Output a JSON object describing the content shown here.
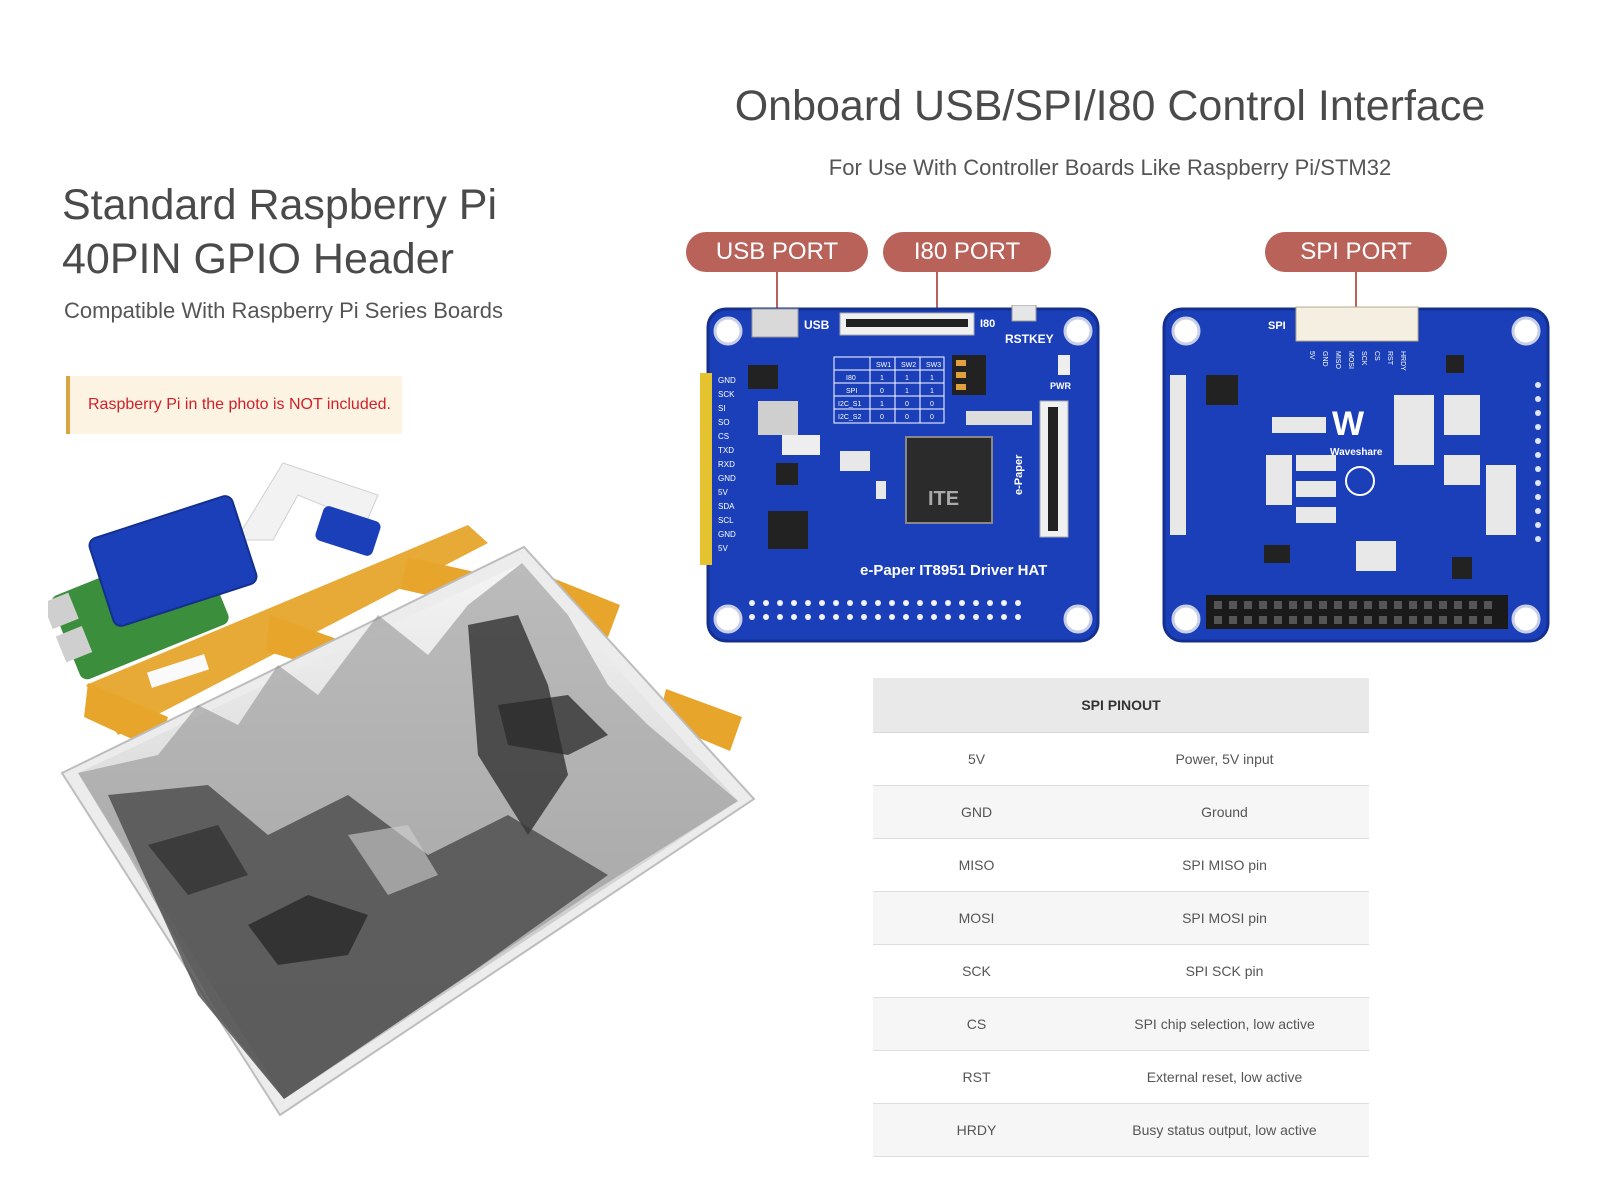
{
  "left": {
    "title_line1": "Standard Raspberry Pi",
    "title_line2": "40PIN GPIO Header",
    "subtitle": "Compatible With Raspberry Pi Series Boards",
    "note": "Raspberry Pi in the photo is NOT included."
  },
  "right": {
    "title": "Onboard USB/SPI/I80 Control Interface",
    "subtitle": "For Use With Controller Boards Like Raspberry Pi/STM32",
    "ports": [
      "USB PORT",
      "I80 PORT",
      "SPI PORT"
    ]
  },
  "board_front": {
    "label_usb": "USB",
    "label_i80": "I80",
    "label_rstkey": "RSTKEY",
    "label_pwr": "PWR",
    "label_epaper": "e-Paper",
    "chip_text": "ITE",
    "title": "e-Paper IT8951 Driver HAT",
    "pins": [
      "GND",
      "SCK",
      "SI",
      "SO",
      "CS",
      "TXD",
      "RXD",
      "GND",
      "5V",
      "SDA",
      "SCL",
      "GND",
      "5V"
    ],
    "switch_table": {
      "header": [
        "",
        "SW1",
        "SW2",
        "SW3"
      ],
      "rows": [
        [
          "I80",
          "1",
          "1",
          "1"
        ],
        [
          "SPI",
          "0",
          "1",
          "1"
        ],
        [
          "I2C_S1",
          "1",
          "0",
          "0"
        ],
        [
          "I2C_S2",
          "0",
          "0",
          "0"
        ]
      ]
    }
  },
  "board_back": {
    "label_spi": "SPI",
    "brand": "Waveshare",
    "pins": [
      "5V",
      "GND",
      "MISO",
      "MOSI",
      "SCK",
      "CS",
      "RST",
      "HRDY"
    ]
  },
  "pinout": {
    "title": "SPI PINOUT",
    "rows": [
      [
        "5V",
        "Power, 5V input"
      ],
      [
        "GND",
        "Ground"
      ],
      [
        "MISO",
        "SPI MISO pin"
      ],
      [
        "MOSI",
        "SPI MOSI pin"
      ],
      [
        "SCK",
        "SPI SCK pin"
      ],
      [
        "CS",
        "SPI chip selection, low active"
      ],
      [
        "RST",
        "External reset, low active"
      ],
      [
        "HRDY",
        "Busy status output, low active"
      ]
    ]
  },
  "colors": {
    "pill": "#b8625a",
    "pcb": "#1b3fb8",
    "note_text": "#d0202a",
    "note_bg": "#fcf3e2",
    "flex_cable": "#e7a52b"
  }
}
